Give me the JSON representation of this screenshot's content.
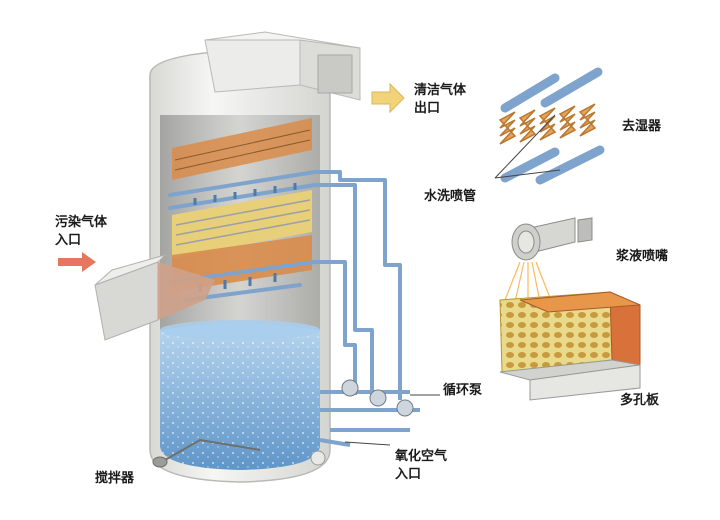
{
  "labels": {
    "clean_gas_outlet": "清洁气体\n出口",
    "polluted_gas_inlet": "污染气体\n入口",
    "demister": "去湿器",
    "washing_nozzle_pipe": "水洗喷管",
    "slurry_nozzle": "浆液喷嘴",
    "perforated_plate": "多孔板",
    "circulation_pump": "循环泵",
    "oxidation_air_inlet": "氧化空气\n入口",
    "agitator": "搅拌器"
  },
  "colors": {
    "shell": "#eeeeec",
    "shell_stroke": "#b9b9b6",
    "pipe": "#7ea3cc",
    "pipe_dark": "#4f7aa8",
    "packing_orange": "#d98c4a",
    "packing_yellow": "#e8cf7a",
    "slurry": "#7fb0dc",
    "slurry_light": "#a9cdec",
    "arrow": "#f3d37a",
    "inlet_arrow": "#e6765e"
  }
}
